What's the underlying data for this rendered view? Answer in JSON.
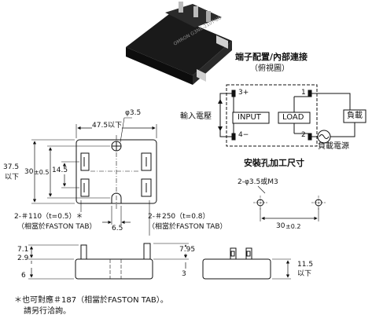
{
  "product_photo": {
    "brand": "omron",
    "model": "G3NE-210T-US",
    "note": "photo of relay"
  },
  "connection_diagram": {
    "title": "端子配置/內部連接",
    "subtitle": "（俯視圖）",
    "input_voltage_label": "輸入電壓",
    "input_box_label": "INPUT",
    "load_box_label": "LOAD",
    "load_label": "負載",
    "load_power_label": "負載電源",
    "terminal_3": "3+",
    "terminal_4": "4−",
    "terminal_1": "1",
    "terminal_2": "2"
  },
  "mounting_holes": {
    "title": "安裝孔加工尺寸",
    "hole_spec": "2-φ3.5或M3",
    "pitch": "30",
    "pitch_tol": "±0.2"
  },
  "top_view": {
    "hole_dia": "φ3.5",
    "width_label": "47.5以下",
    "height_label": "37.5",
    "height_suffix": "以下",
    "pitch_30": "30",
    "pitch_30_tol": "±0.5",
    "dim_14_5": "14.5",
    "slot_width": "6.5"
  },
  "tab_labels": {
    "left_line1": "2-＃110（t=0.5）＊",
    "left_line2": "（相當於FASTON TAB）",
    "right_line1": "2-＃250（t=0.8）",
    "right_line2": "（相當於FASTON TAB）"
  },
  "side_view": {
    "dim_7_1": "7.1",
    "dim_2_9": "2.9",
    "dim_6": "6",
    "dim_7_95": "7.95",
    "dim_3": "3",
    "dim_11_5": "11.5",
    "dim_11_5_suffix": "以下"
  },
  "footnote": {
    "line1": "＊也可對應＃187（相當於FASTON TAB）。",
    "line2": "請另行洽詢。"
  }
}
